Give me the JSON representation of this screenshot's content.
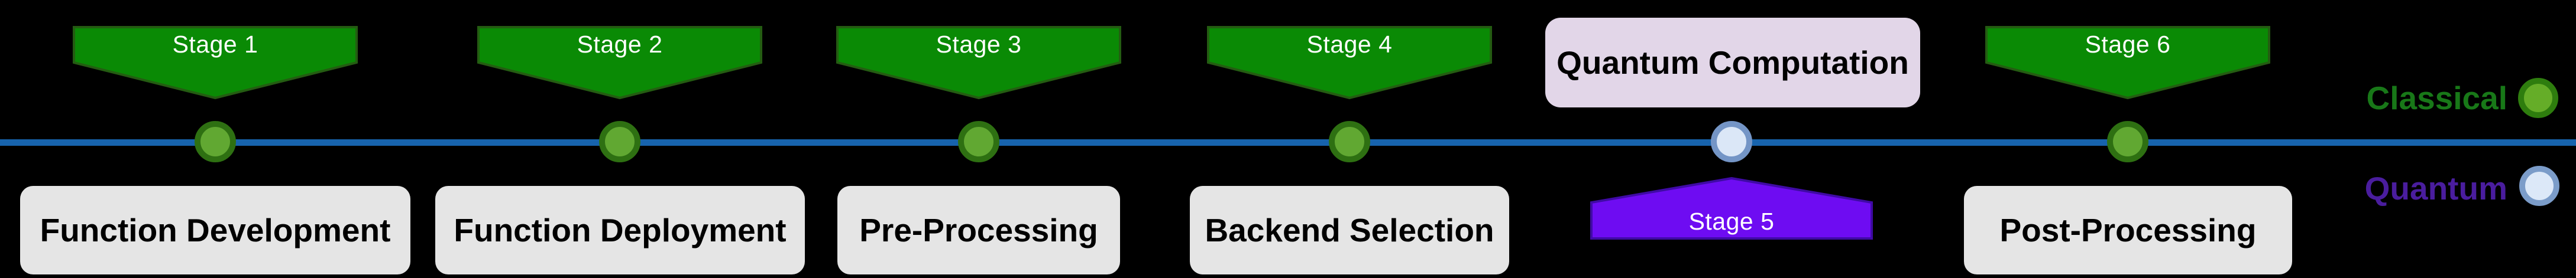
{
  "diagram": {
    "background": "#000000",
    "timeline_color": "#1763ad"
  },
  "stages": [
    {
      "stage_label": "Stage 1",
      "task_label": "Function Development",
      "type": "classical"
    },
    {
      "stage_label": "Stage 2",
      "task_label": "Function Deployment",
      "type": "classical"
    },
    {
      "stage_label": "Stage 3",
      "task_label": "Pre-Processing",
      "type": "classical"
    },
    {
      "stage_label": "Stage 4",
      "task_label": "Backend Selection",
      "type": "classical"
    },
    {
      "stage_label": "Stage 5",
      "task_label": "Quantum Computation",
      "type": "quantum"
    },
    {
      "stage_label": "Stage 6",
      "task_label": "Post-Processing",
      "type": "classical"
    }
  ],
  "legend": {
    "classical": {
      "label": "Classical",
      "text_color": "#187818",
      "dot_fill": "#65ad28",
      "dot_ring": "#2e7d0e"
    },
    "quantum": {
      "label": "Quantum",
      "text_color": "#4a1d9e",
      "dot_fill": "#dce8f8",
      "dot_ring": "#7b9cc9"
    }
  },
  "colors": {
    "stage_flag_fill": "#0a8a05",
    "stage_flag_stroke": "#245c12",
    "stage_flag_text": "#ffffff",
    "quantum_flag_fill": "#6e0cf2",
    "quantum_flag_stroke": "#3f0aa5",
    "node_classical_fill": "#61a832",
    "node_classical_ring": "#2e7012",
    "node_quantum_fill": "#dbe7f7",
    "node_quantum_ring": "#7495c6",
    "task_box_fill": "#e5e5e5",
    "task_box_text": "#000000",
    "quantum_box_fill": "#e2d6e8",
    "quantum_box_text": "#000000"
  }
}
